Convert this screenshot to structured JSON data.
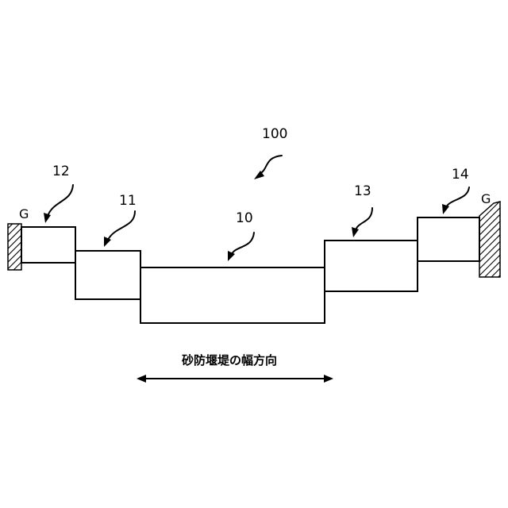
{
  "labels": {
    "assembly": "100",
    "center_block": "10",
    "block_11": "11",
    "block_12": "12",
    "block_13": "13",
    "block_14": "14",
    "ground_left": "G",
    "ground_right": "G"
  },
  "caption": "砂防堰堤の幅方向"
}
